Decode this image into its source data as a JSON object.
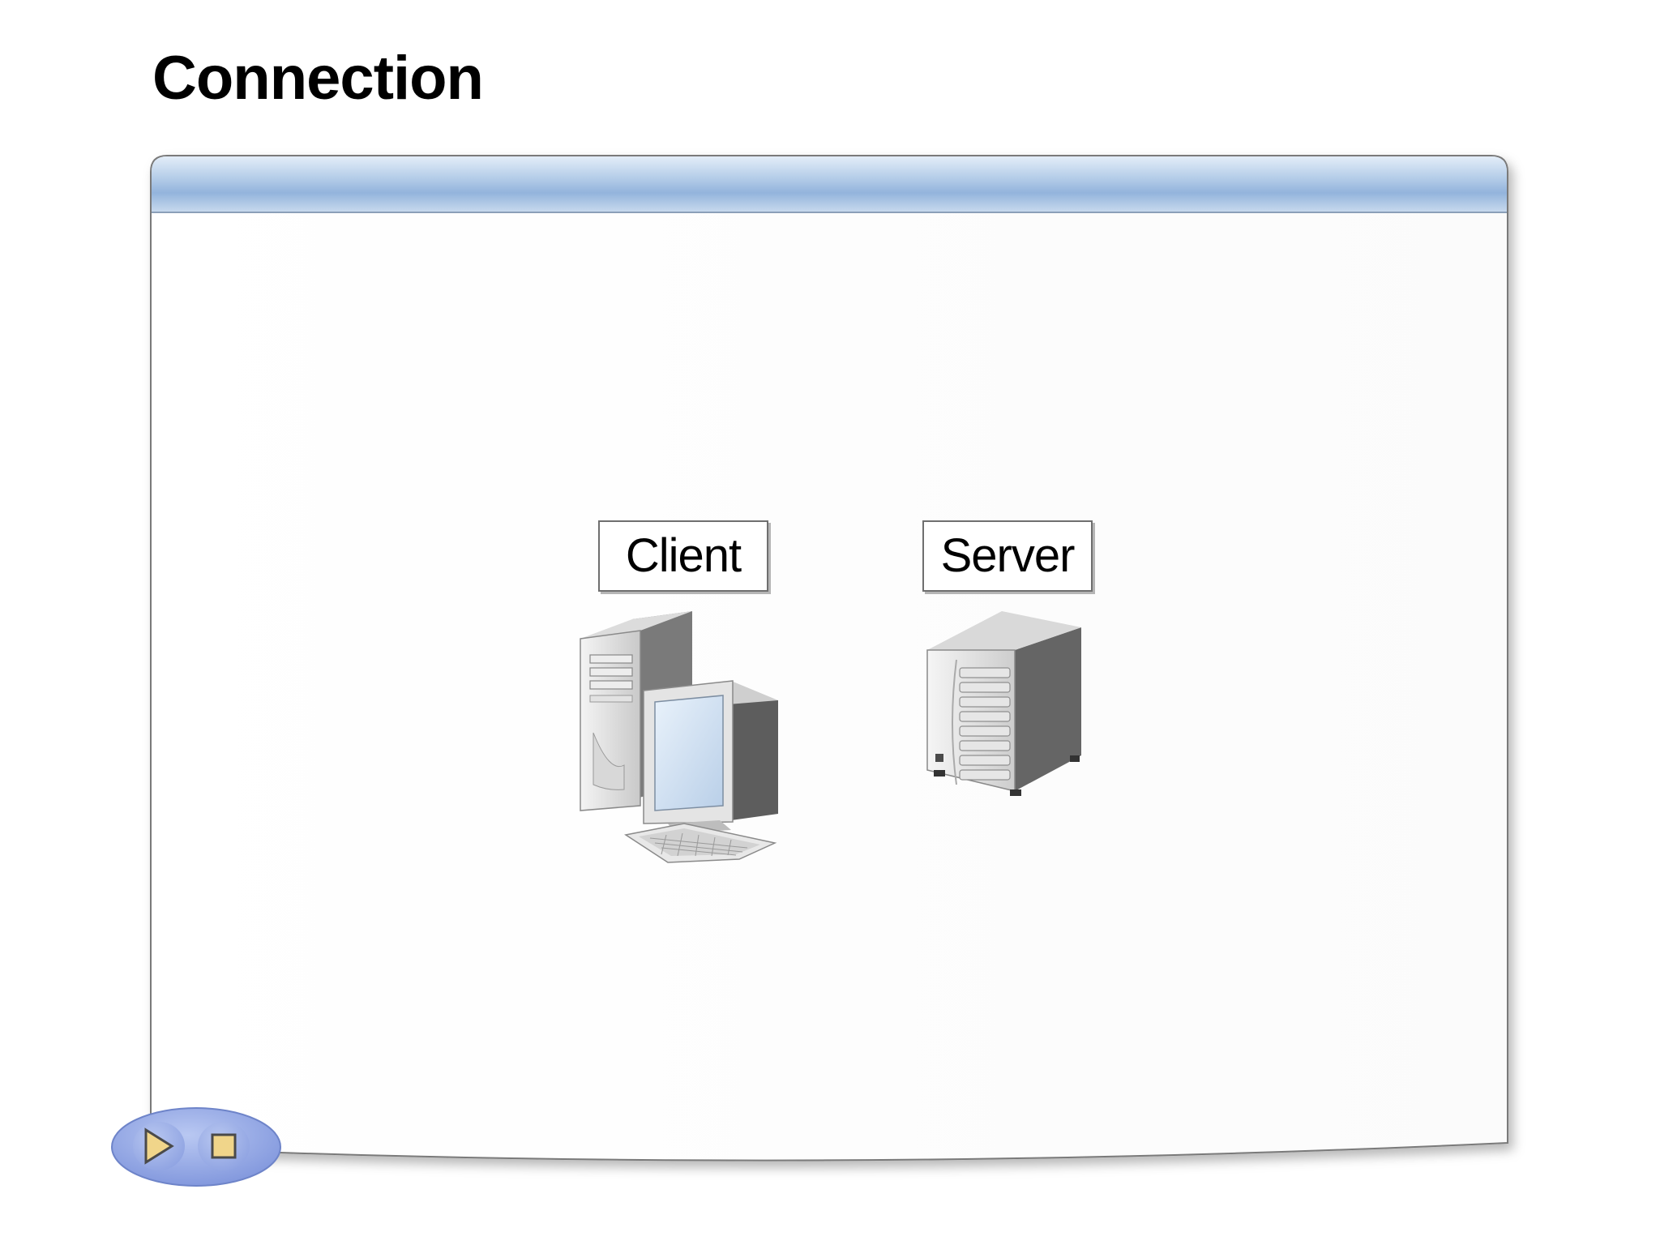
{
  "slide": {
    "title": "Connection"
  },
  "diagram": {
    "client_label": "Client",
    "server_label": "Server",
    "client_icon": "desktop-computer-icon",
    "server_icon": "server-icon"
  },
  "controls": {
    "play_icon": "play-icon",
    "stop_icon": "stop-icon"
  },
  "colors": {
    "header_bar": "#a9c4e4",
    "controls_oval": "#8ea5e6",
    "button_glyph": "#f0d58a"
  }
}
